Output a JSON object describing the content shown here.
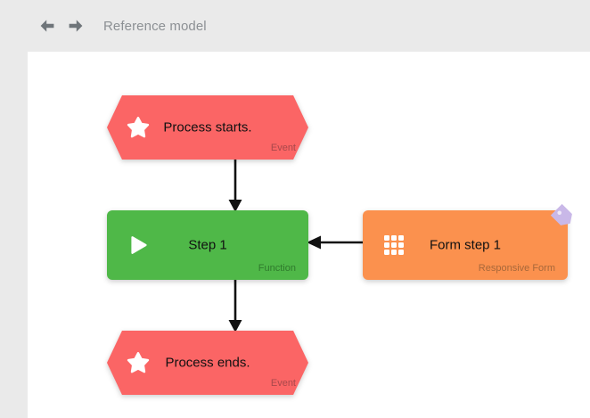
{
  "header": {
    "back_icon": "arrow-left-icon",
    "forward_icon": "arrow-right-icon",
    "title": "Reference model",
    "title_color": "#8c9094",
    "background": "#eaeaea"
  },
  "canvas": {
    "background": "#ffffff"
  },
  "palette": {
    "event_red": "#fb6565",
    "function_green": "#4fb848",
    "form_orange": "#fb914e",
    "tag_purple": "#c9b8e8",
    "connector_black": "#111111"
  },
  "diagram": {
    "type": "flowchart",
    "nodes": [
      {
        "id": "process-starts",
        "title": "Process starts.",
        "subtitle": "Event",
        "shape": "hexagon",
        "color": "#fb6565",
        "icon": "star-icon",
        "has_tag": false
      },
      {
        "id": "step-1",
        "title": "Step 1",
        "subtitle": "Function",
        "shape": "rectangle",
        "color": "#4fb848",
        "icon": "play-icon",
        "has_tag": false
      },
      {
        "id": "form-step-1",
        "title": "Form step 1",
        "subtitle": "Responsive Form",
        "shape": "rectangle",
        "color": "#fb914e",
        "icon": "grid-icon",
        "has_tag": true,
        "tag_icon": "tag-icon"
      },
      {
        "id": "process-ends",
        "title": "Process ends.",
        "subtitle": "Event",
        "shape": "hexagon",
        "color": "#fb6565",
        "icon": "star-icon",
        "has_tag": false
      }
    ],
    "edges": [
      {
        "from": "process-starts",
        "to": "step-1",
        "direction": "down"
      },
      {
        "from": "step-1",
        "to": "process-ends",
        "direction": "down"
      },
      {
        "from": "form-step-1",
        "to": "step-1",
        "direction": "left"
      }
    ]
  }
}
